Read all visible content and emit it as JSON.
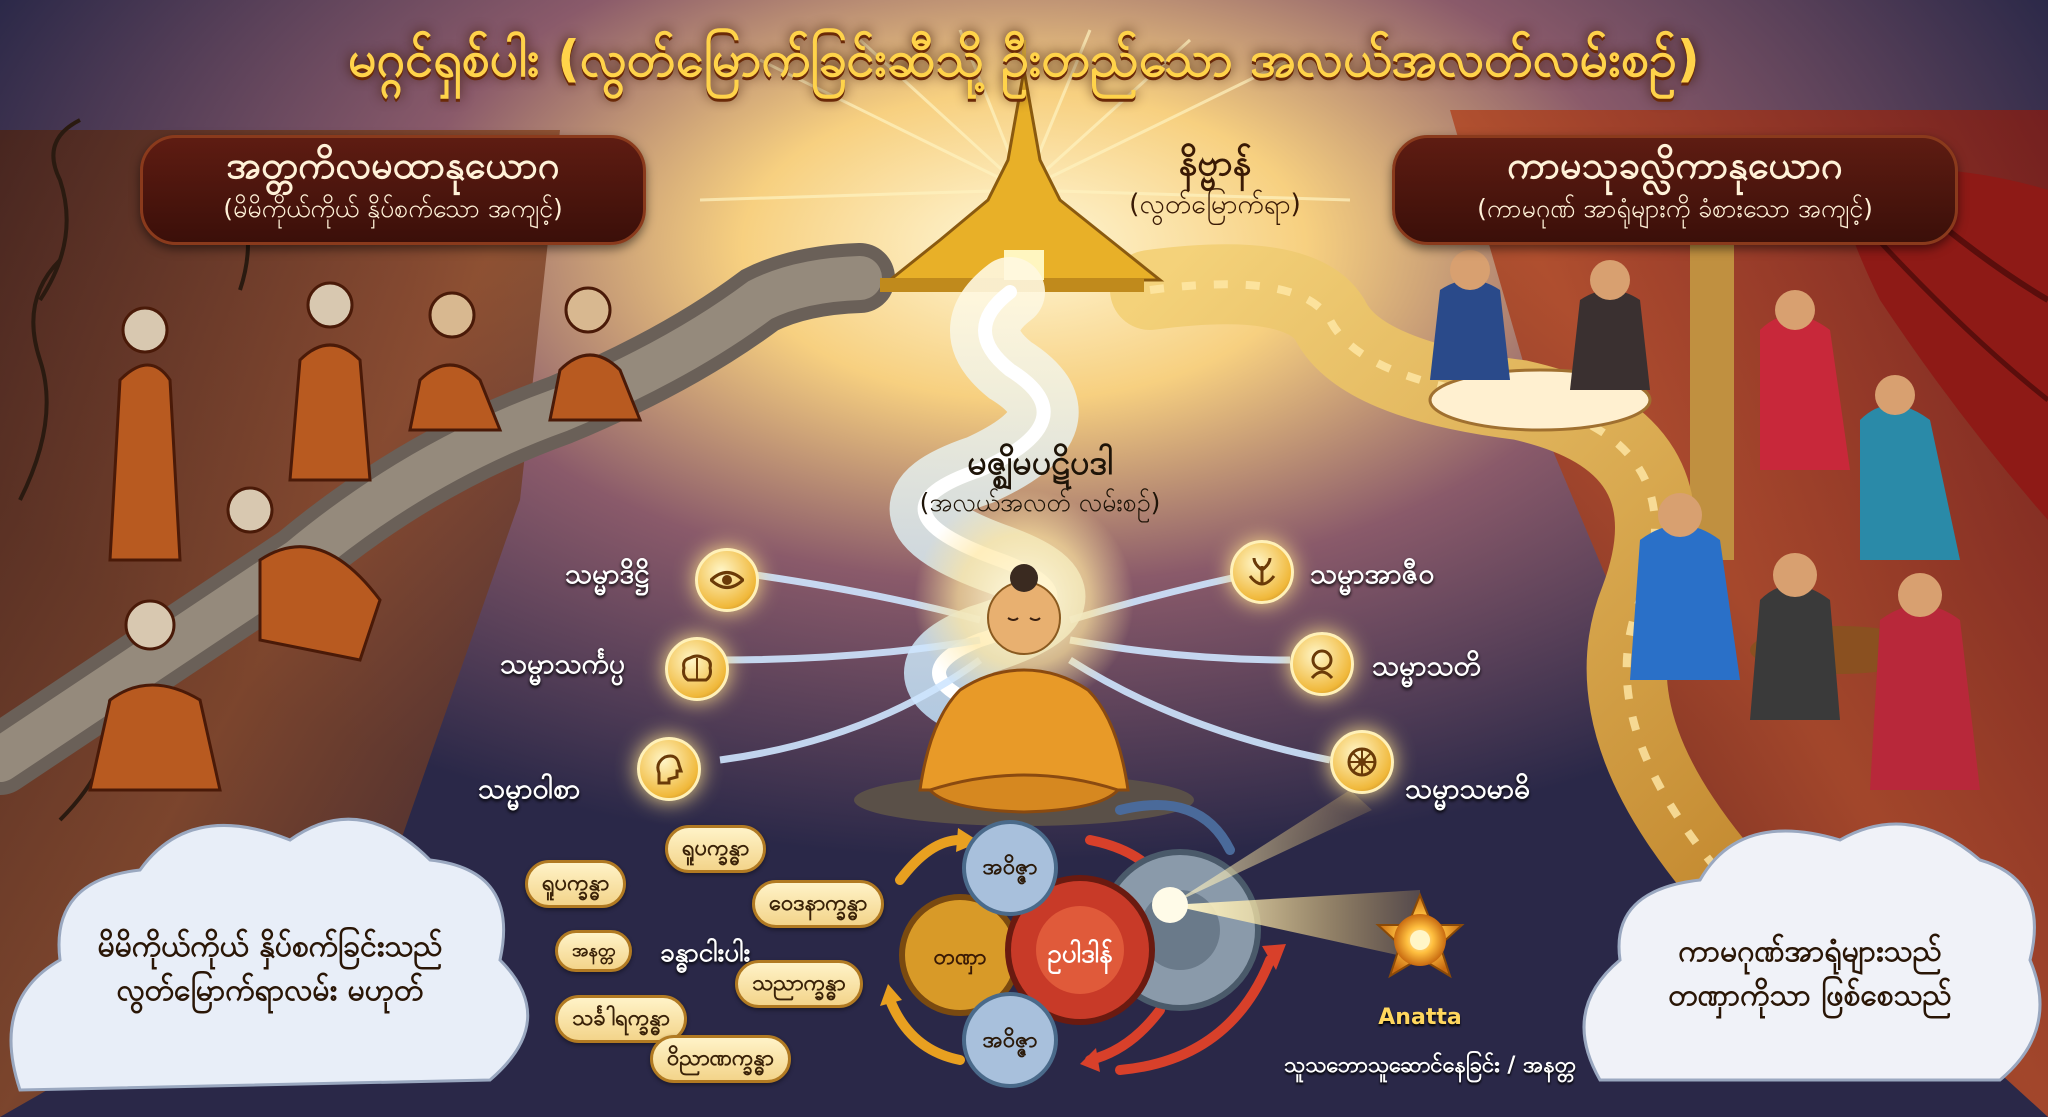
{
  "title": "မဂ္ဂင်ရှစ်ပါး (လွတ်မြောက်ခြင်းဆီသို့ ဦးတည်သော အလယ်အလတ်လမ်းစဉ်)",
  "left_banner": {
    "heading": "အတ္တကိလမထာနုယောဂ",
    "subheading": "(မိမိကိုယ်ကိုယ် နှိပ်စက်သော အကျင့်)"
  },
  "right_banner": {
    "heading": "ကာမသုခလ္လိကာနုယောဂ",
    "subheading": "(ကာမဂုဏ် အာရုံများကို ခံစားသော အကျင့်)"
  },
  "nibbana": {
    "heading": "နိဗ္ဗာန်",
    "subheading": "(လွတ်မြောက်ရာ)"
  },
  "middle_path": {
    "heading": "မဇ္ဈိမပဋိပဒါ",
    "subheading": "(အလယ်အလတ် လမ်းစဉ်)"
  },
  "factors_left": [
    {
      "label": "သမ္မာဒိဋ္ဌိ",
      "icon": "eye-icon"
    },
    {
      "label": "သမ္မာသင်္ကပ္ပ",
      "icon": "brain-icon"
    },
    {
      "label": "သမ္မာဝါစာ",
      "icon": "speaking-head-icon"
    }
  ],
  "factors_right": [
    {
      "label": "သမ္မာအာဇီဝ",
      "icon": "hands-sprout-icon"
    },
    {
      "label": "သမ္မာသတိ",
      "icon": "mindful-head-icon"
    },
    {
      "label": "သမ္မာသမာဓိ",
      "icon": "dharma-wheel-icon"
    }
  ],
  "khandhas": {
    "center_label": "ခန္ဓာငါးပါး",
    "items": [
      "ရူပက္ခန္ဓာ",
      "ရူပက္ခန္ဓာ",
      "ဝေဒနာက္ခန္ဓာ",
      "အနတ္တ",
      "သညာက္ခန္ဓာ",
      "သင်္ခါရက္ခန္ဓာ",
      "ဝိညာဏက္ခန္ဓာ"
    ]
  },
  "cycle": {
    "top": "အဝိဇ္ဇာ",
    "left": "တဏှာ",
    "center": "ဥပါဒါန်",
    "bottom": "အဝိဇ္ဇာ"
  },
  "anatta": {
    "line1": "Anatta",
    "line2": "သူသဘောသူဆောင်နေခြင်း / အနတ္တ"
  },
  "cloud_left": {
    "line1": "မိမိကိုယ်ကိုယ် နှိပ်စက်ခြင်းသည်",
    "line2": "လွတ်မြောက်ရာလမ်း မဟုတ်"
  },
  "cloud_right": {
    "line1": "ကာမဂုဏ်အာရုံများသည်",
    "line2": "တဏှာကိုသာ ဖြစ်စေသည်"
  },
  "colors": {
    "title": "#ffd34a",
    "banner": "#4e1510",
    "gold": "#f0b83a",
    "arrow_red": "#d8402a",
    "arrow_gold": "#e8a020",
    "sky_left": "#3a2a4a",
    "sky_right": "#7a1e1a"
  }
}
